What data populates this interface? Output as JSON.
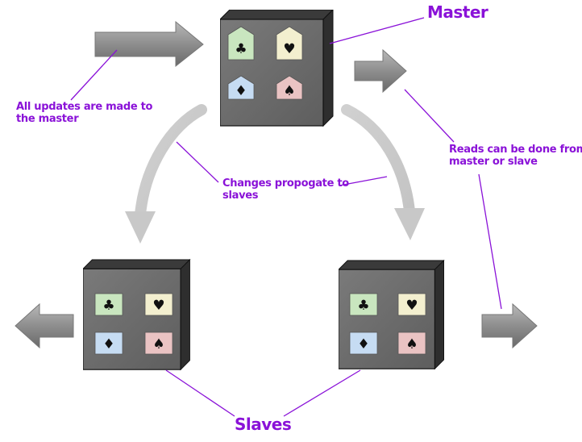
{
  "labels": {
    "master": "Master",
    "slaves": "Slaves",
    "updates_line1": "All updates are made to",
    "updates_line2": "the master",
    "propagate_line1": "Changes propogate to",
    "propagate_line2": "slaves",
    "reads_line1": "Reads can be done from",
    "reads_line2": "master or slave"
  },
  "suits": {
    "club": "♣",
    "heart": "♥",
    "diamond": "♦",
    "spade": "♠"
  },
  "colors": {
    "annotation": "#8a12d8",
    "club_card": "#c9e6bf",
    "heart_card": "#f3efcf",
    "diamond_card": "#c6dcf3",
    "spade_card": "#eac3c3"
  }
}
